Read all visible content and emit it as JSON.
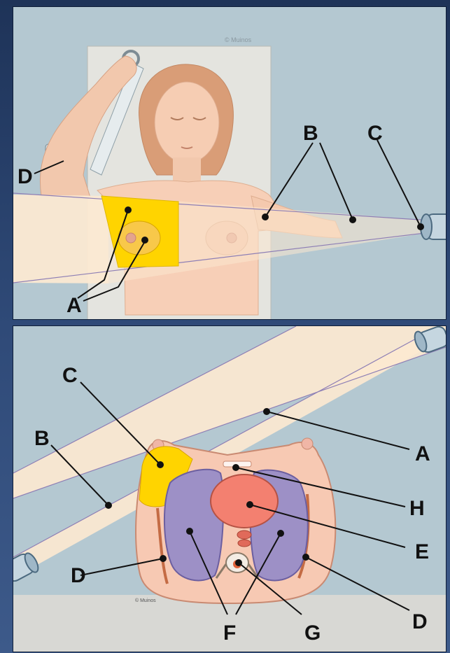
{
  "top_panel": {
    "credit": "© Muinos",
    "labels": {
      "A": "A",
      "B": "B",
      "C": "C",
      "D": "D"
    }
  },
  "bottom_panel": {
    "credit": "© Muinos",
    "labels": {
      "A": "A",
      "B": "B",
      "C": "C",
      "D_left": "D",
      "D_right": "D",
      "E": "E",
      "F": "F",
      "G": "G",
      "H": "H"
    }
  }
}
